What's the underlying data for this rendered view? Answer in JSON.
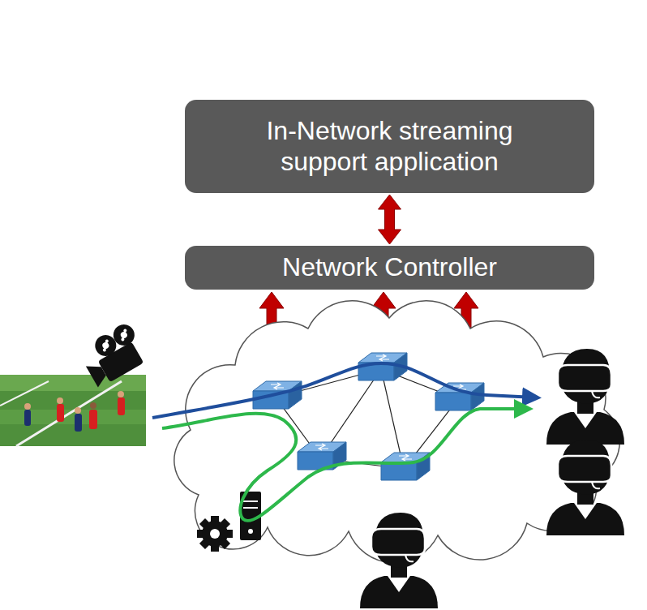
{
  "diagram": {
    "nodes": [
      {
        "text": [
          "In-Network streaming support application"
        ]
      },
      {
        "text": [
          "Network Controller"
        ]
      }
    ],
    "edges": [
      {
        "from": 0,
        "to": 1,
        "arrow": "both"
      }
    ]
  }
}
